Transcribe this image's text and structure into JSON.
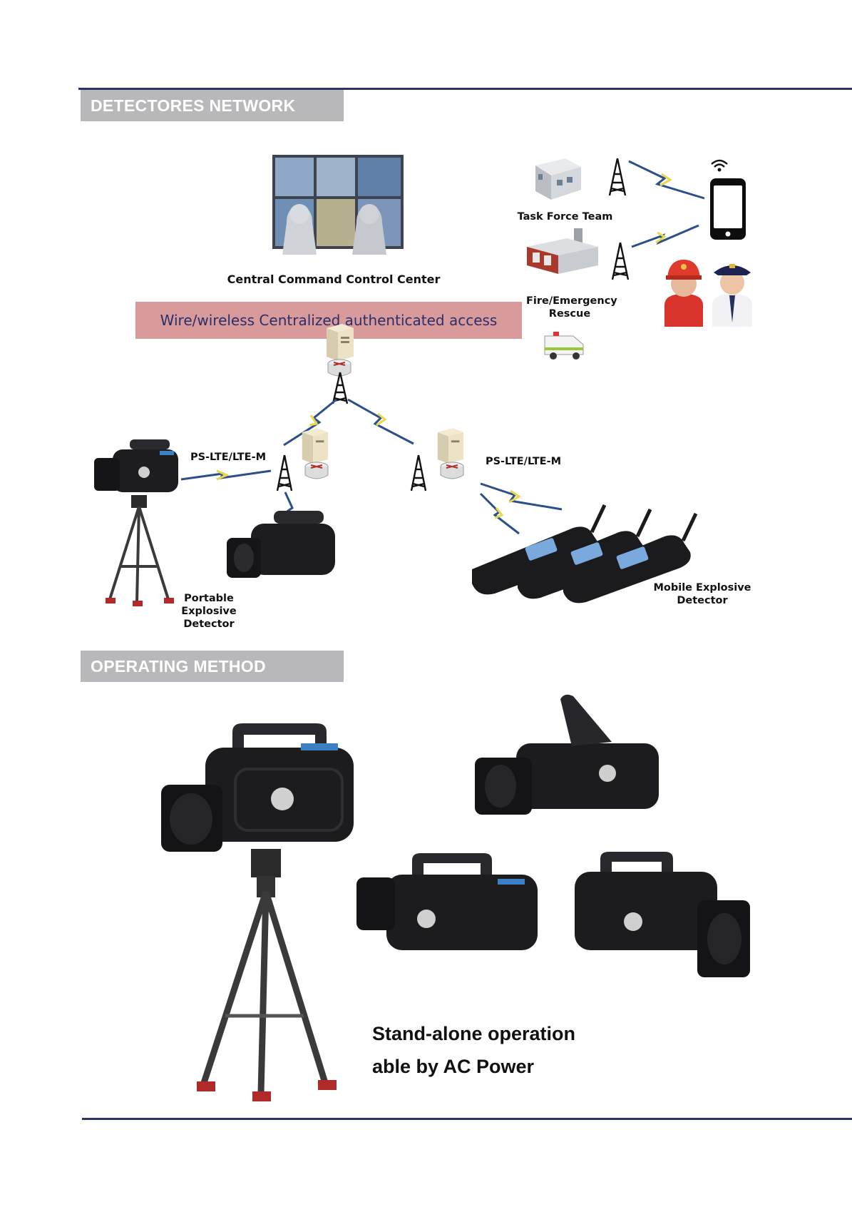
{
  "network_section": {
    "title": "DETECTORES NETWORK",
    "command_center_label": "Central Command Control Center",
    "access_bar_text": "Wire/wireless Centralized authenticated access",
    "task_force_label": "Task Force Team",
    "fire_rescue_label": "Fire/Emergency Rescue",
    "link_label_left": "PS-LTE/LTE-M",
    "link_label_right": "PS-LTE/LTE-M",
    "portable_label": "Portable Explosive Detector",
    "mobile_label": "Mobile Explosive Detector"
  },
  "operating_section": {
    "title": "OPERATING METHOD",
    "caption_line1": "Stand-alone operation",
    "caption_line2": "able by AC Power"
  },
  "colors": {
    "rule": "#2e3164",
    "section_header_bg": "#b8b8ba",
    "access_bar_bg": "#d99a9c",
    "access_bar_text": "#2a2f6a",
    "signal": "#2c4f8c"
  },
  "icons": [
    "monitor-wall-icon",
    "building-icon",
    "radio-tower-icon",
    "smartphone-icon",
    "wifi-icon",
    "fire-station-icon",
    "ambulance-icon",
    "firefighter-icon",
    "pilot-icon",
    "server-icon",
    "router-icon",
    "lightning-signal-icon",
    "camera-detector-icon",
    "tripod-icon",
    "handheld-detector-icon"
  ]
}
